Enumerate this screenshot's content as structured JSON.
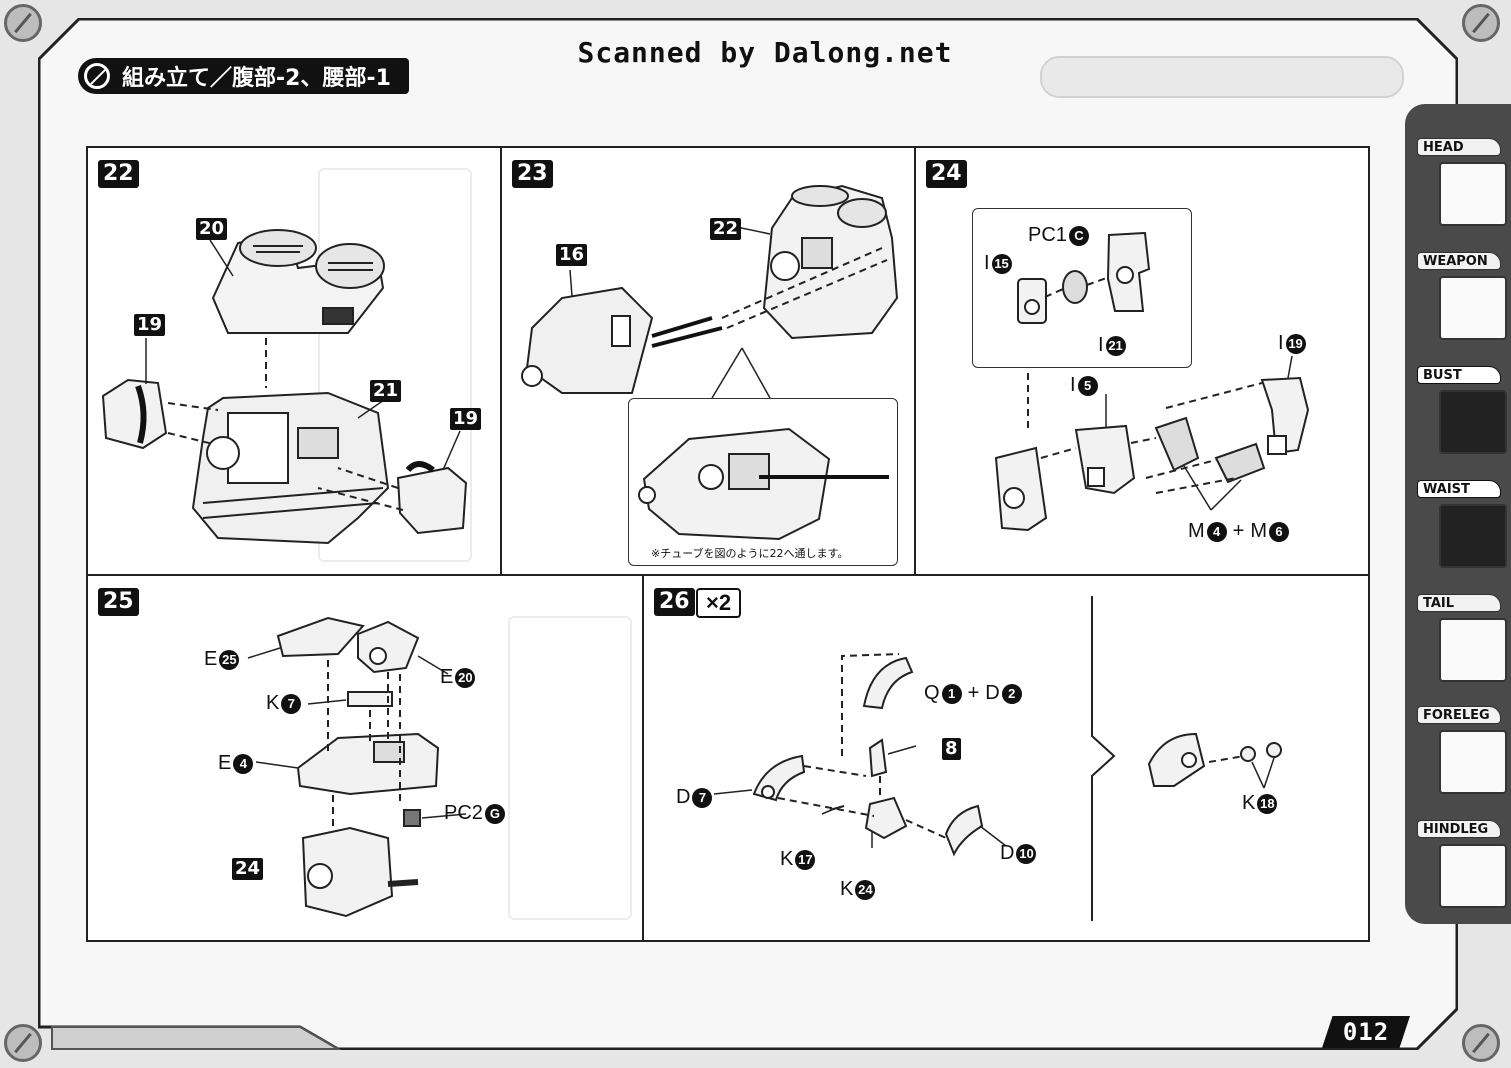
{
  "scan_credit": "Scanned by Dalong.net",
  "title": "組み立て／腹部-2、腰部-1",
  "page_number": "012",
  "side_tabs": [
    {
      "label": "HEAD",
      "icon": "head-icon",
      "active": false
    },
    {
      "label": "WEAPON",
      "icon": "weapon-icon",
      "active": false
    },
    {
      "label": "BUST",
      "icon": "bust-icon",
      "active": true
    },
    {
      "label": "WAIST",
      "icon": "waist-icon",
      "active": true
    },
    {
      "label": "TAIL",
      "icon": "tail-icon",
      "active": false
    },
    {
      "label": "FORELEG",
      "icon": "foreleg-icon",
      "active": false
    },
    {
      "label": "HINDLEG",
      "icon": "hindleg-icon",
      "active": false
    }
  ],
  "steps": {
    "s22": {
      "number": "22",
      "refs": {
        "top": "20",
        "center": "21",
        "left": "19",
        "right": "19"
      }
    },
    "s23": {
      "number": "23",
      "refs": {
        "body": "22",
        "head": "16"
      },
      "note": "※チューブを図のように22へ通します。"
    },
    "s24": {
      "number": "24",
      "inset_parts": [
        {
          "letter": "PC1",
          "num": "C"
        },
        {
          "letter": "I",
          "num": "15"
        },
        {
          "letter": "I",
          "num": "21"
        }
      ],
      "parts": [
        {
          "letter": "I",
          "num": "5"
        },
        {
          "letter": "I",
          "num": "19"
        }
      ],
      "combo": {
        "a_letter": "M",
        "a_num": "4",
        "b_letter": "M",
        "b_num": "6",
        "join": "+"
      }
    },
    "s25": {
      "number": "25",
      "parts": [
        {
          "letter": "E",
          "num": "25"
        },
        {
          "letter": "E",
          "num": "20"
        },
        {
          "letter": "K",
          "num": "7"
        },
        {
          "letter": "E",
          "num": "4"
        },
        {
          "letter": "PC2",
          "num": "G"
        }
      ],
      "ref": "24"
    },
    "s26": {
      "number": "26",
      "multiplier": "×2",
      "combo": {
        "a_letter": "Q",
        "a_num": "1",
        "b_letter": "D",
        "b_num": "2",
        "join": "+"
      },
      "ref": "8",
      "parts": [
        {
          "letter": "D",
          "num": "7"
        },
        {
          "letter": "K",
          "num": "17"
        },
        {
          "letter": "K",
          "num": "24"
        },
        {
          "letter": "D",
          "num": "10"
        },
        {
          "letter": "K",
          "num": "18"
        }
      ]
    }
  }
}
